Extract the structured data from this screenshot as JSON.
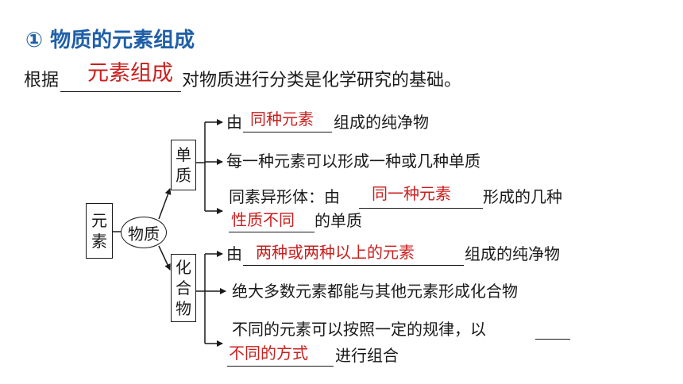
{
  "heading": "① 物质的元素组成",
  "intro": {
    "before": "根据",
    "answer": "元素组成",
    "after": "对物质进行分类是化学研究的基础。"
  },
  "root": {
    "c1": "元",
    "c2": "素"
  },
  "center": "物质",
  "elemental": {
    "c1": "单",
    "c2": "质",
    "line1": {
      "before": "由",
      "answer": "同种元素",
      "after": "组成的纯净物"
    },
    "line2": "每一种元素可以形成一种或几种单质",
    "line3": {
      "before": "同素异形体：由",
      "answer": "同一种元素",
      "after": "形成的几种"
    },
    "line4": {
      "answer": "性质不同",
      "after": "的单质"
    }
  },
  "compound": {
    "c1": "化",
    "c2": "合",
    "c3": "物",
    "line1": {
      "before": "由",
      "answer": "两种或两种以上的元素",
      "after": "组成的纯净物"
    },
    "line2": "绝大多数元素都能与其他元素形成化合物",
    "line3": "不同的元素可以按照一定的规律，以",
    "line4": {
      "answer": "不同的方式",
      "after": "进行组合"
    }
  }
}
